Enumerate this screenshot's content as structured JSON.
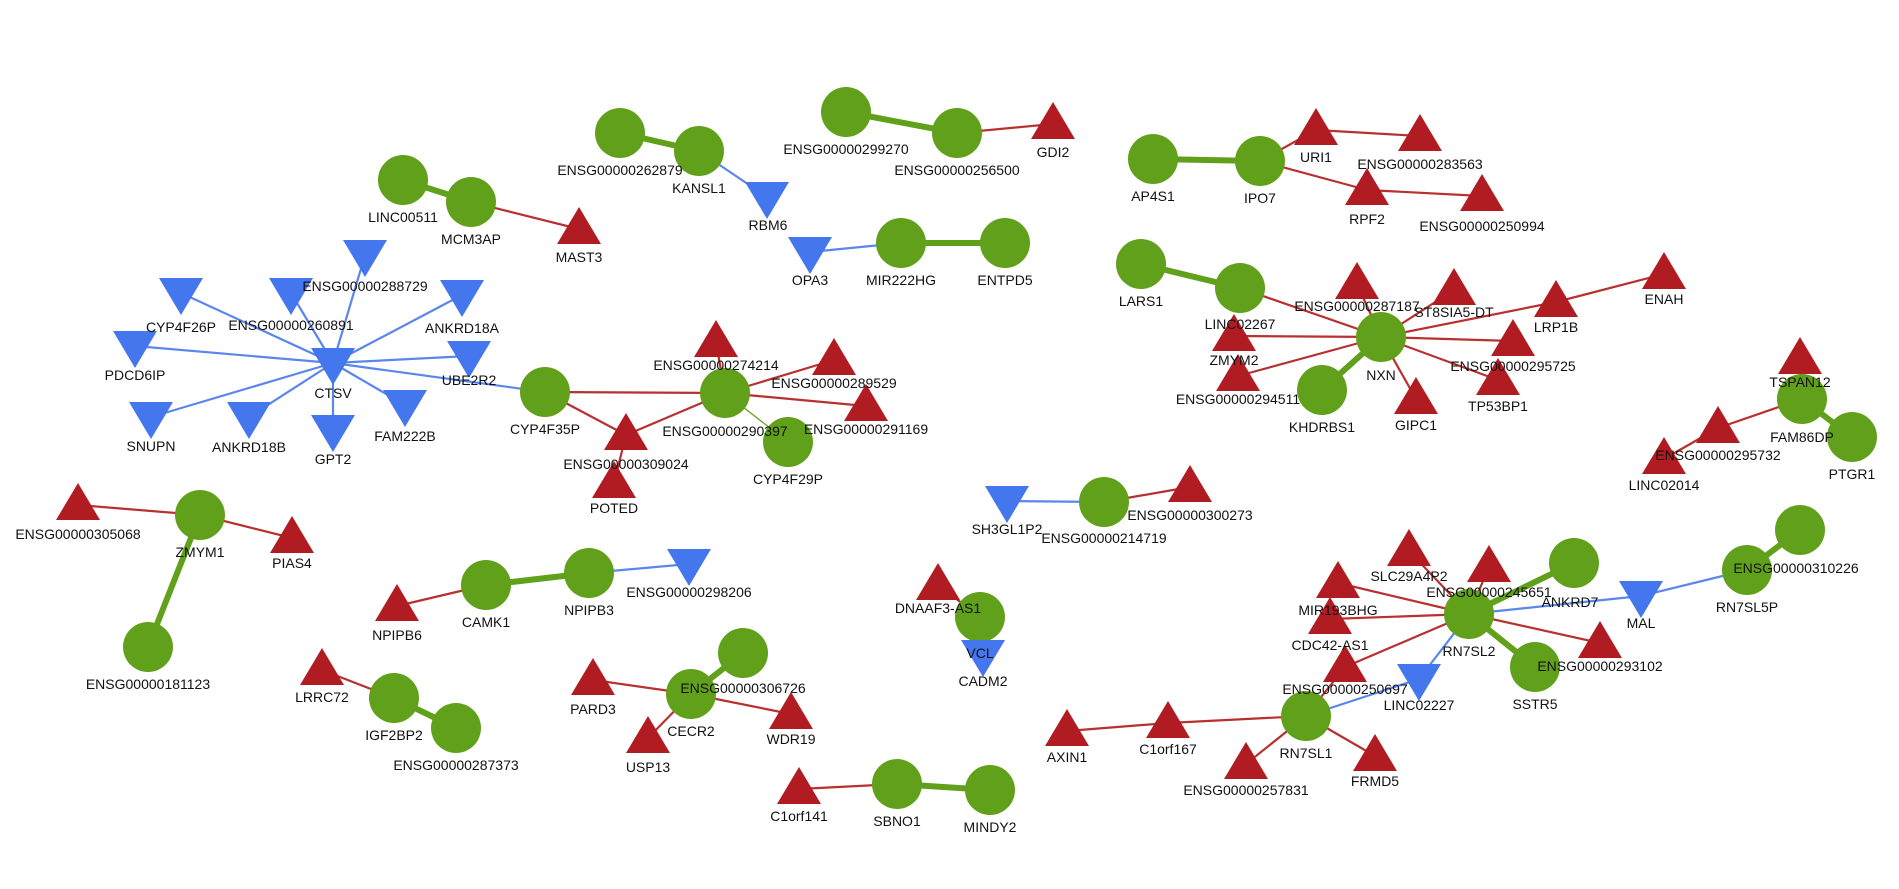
{
  "colors": {
    "circle": "#61a01b",
    "triangle": "#b01c22",
    "inverted_triangle": "#4477ee",
    "edge_red": "#b83030",
    "edge_blue": "#5a86ee",
    "edge_green": "#61a01b"
  },
  "nodes": [
    {
      "id": "LINC00511",
      "shape": "circle"
    },
    {
      "id": "MCM3AP",
      "shape": "circle"
    },
    {
      "id": "MAST3",
      "shape": "triangle"
    },
    {
      "id": "ENSG00000262879",
      "shape": "circle"
    },
    {
      "id": "KANSL1",
      "shape": "circle"
    },
    {
      "id": "RBM6",
      "shape": "inverted_triangle"
    },
    {
      "id": "ENSG00000299270",
      "shape": "circle"
    },
    {
      "id": "ENSG00000256500",
      "shape": "circle"
    },
    {
      "id": "GDI2",
      "shape": "triangle"
    },
    {
      "id": "OPA3",
      "shape": "inverted_triangle"
    },
    {
      "id": "MIR222HG",
      "shape": "circle"
    },
    {
      "id": "ENTPD5",
      "shape": "circle"
    },
    {
      "id": "AP4S1",
      "shape": "circle"
    },
    {
      "id": "IPO7",
      "shape": "circle"
    },
    {
      "id": "URI1",
      "shape": "triangle"
    },
    {
      "id": "ENSG00000283563",
      "shape": "triangle"
    },
    {
      "id": "RPF2",
      "shape": "triangle"
    },
    {
      "id": "ENSG00000250994",
      "shape": "triangle"
    },
    {
      "id": "CTSV",
      "shape": "inverted_triangle"
    },
    {
      "id": "ENSG00000288729",
      "shape": "inverted_triangle"
    },
    {
      "id": "ENSG00000260891",
      "shape": "inverted_triangle"
    },
    {
      "id": "CYP4F26P",
      "shape": "inverted_triangle"
    },
    {
      "id": "ANKRD18A",
      "shape": "inverted_triangle"
    },
    {
      "id": "PDCD6IP",
      "shape": "inverted_triangle"
    },
    {
      "id": "UBE2R2",
      "shape": "inverted_triangle"
    },
    {
      "id": "SNUPN",
      "shape": "inverted_triangle"
    },
    {
      "id": "ANKRD18B",
      "shape": "inverted_triangle"
    },
    {
      "id": "GPT2",
      "shape": "inverted_triangle"
    },
    {
      "id": "FAM222B",
      "shape": "inverted_triangle"
    },
    {
      "id": "CYP4F35P",
      "shape": "circle"
    },
    {
      "id": "ENSG00000290397",
      "shape": "circle"
    },
    {
      "id": "ENSG00000274214",
      "shape": "triangle"
    },
    {
      "id": "ENSG00000289529",
      "shape": "triangle"
    },
    {
      "id": "ENSG00000291169",
      "shape": "triangle"
    },
    {
      "id": "ENSG00000309024",
      "shape": "triangle"
    },
    {
      "id": "POTED",
      "shape": "triangle"
    },
    {
      "id": "CYP4F29P",
      "shape": "circle"
    },
    {
      "id": "LARS1",
      "shape": "circle"
    },
    {
      "id": "LINC02267",
      "shape": "circle"
    },
    {
      "id": "NXN",
      "shape": "circle"
    },
    {
      "id": "ENSG00000287187",
      "shape": "triangle"
    },
    {
      "id": "ST8SIA5-DT",
      "shape": "triangle"
    },
    {
      "id": "LRP1B",
      "shape": "triangle"
    },
    {
      "id": "ENAH",
      "shape": "triangle"
    },
    {
      "id": "ZMYM2",
      "shape": "triangle"
    },
    {
      "id": "ENSG00000295725",
      "shape": "triangle"
    },
    {
      "id": "ENSG00000294511",
      "shape": "triangle"
    },
    {
      "id": "KHDRBS1",
      "shape": "circle"
    },
    {
      "id": "GIPC1",
      "shape": "triangle"
    },
    {
      "id": "TP53BP1",
      "shape": "triangle"
    },
    {
      "id": "TSPAN12",
      "shape": "triangle"
    },
    {
      "id": "FAM86DP",
      "shape": "circle"
    },
    {
      "id": "PTGR1",
      "shape": "circle"
    },
    {
      "id": "ENSG00000295732",
      "shape": "triangle"
    },
    {
      "id": "LINC02014",
      "shape": "triangle"
    },
    {
      "id": "ENSG00000305068",
      "shape": "triangle"
    },
    {
      "id": "ZMYM1",
      "shape": "circle"
    },
    {
      "id": "PIAS4",
      "shape": "triangle"
    },
    {
      "id": "ENSG00000181123",
      "shape": "circle"
    },
    {
      "id": "SH3GL1P2",
      "shape": "inverted_triangle"
    },
    {
      "id": "ENSG00000214719",
      "shape": "circle"
    },
    {
      "id": "ENSG00000300273",
      "shape": "triangle"
    },
    {
      "id": "NPIPB6",
      "shape": "triangle"
    },
    {
      "id": "CAMK1",
      "shape": "circle"
    },
    {
      "id": "NPIPB3",
      "shape": "circle"
    },
    {
      "id": "ENSG00000298206",
      "shape": "inverted_triangle"
    },
    {
      "id": "LRRC72",
      "shape": "triangle"
    },
    {
      "id": "IGF2BP2",
      "shape": "circle"
    },
    {
      "id": "ENSG00000287373",
      "shape": "circle"
    },
    {
      "id": "PARD3",
      "shape": "triangle"
    },
    {
      "id": "CECR2",
      "shape": "circle"
    },
    {
      "id": "ENSG00000306726",
      "shape": "circle"
    },
    {
      "id": "WDR19",
      "shape": "triangle"
    },
    {
      "id": "USP13",
      "shape": "triangle"
    },
    {
      "id": "DNAAF3-AS1",
      "shape": "triangle"
    },
    {
      "id": "VCL",
      "shape": "circle"
    },
    {
      "id": "CADM2",
      "shape": "inverted_triangle"
    },
    {
      "id": "C1orf141",
      "shape": "triangle"
    },
    {
      "id": "SBNO1",
      "shape": "circle"
    },
    {
      "id": "MINDY2",
      "shape": "circle"
    },
    {
      "id": "RN7SL2",
      "shape": "circle"
    },
    {
      "id": "SLC29A4P2",
      "shape": "triangle"
    },
    {
      "id": "ENSG00000245651",
      "shape": "triangle"
    },
    {
      "id": "MIR193BHG",
      "shape": "triangle"
    },
    {
      "id": "ANKRD7",
      "shape": "circle"
    },
    {
      "id": "CDC42-AS1",
      "shape": "triangle"
    },
    {
      "id": "ENSG00000293102",
      "shape": "triangle"
    },
    {
      "id": "SSTR5",
      "shape": "circle"
    },
    {
      "id": "ENSG00000250697",
      "shape": "triangle"
    },
    {
      "id": "LINC02227",
      "shape": "inverted_triangle"
    },
    {
      "id": "MAL",
      "shape": "inverted_triangle"
    },
    {
      "id": "RN7SL5P",
      "shape": "circle"
    },
    {
      "id": "ENSG00000310226",
      "shape": "circle"
    },
    {
      "id": "RN7SL1",
      "shape": "circle"
    },
    {
      "id": "C1orf167",
      "shape": "triangle"
    },
    {
      "id": "AXIN1",
      "shape": "triangle"
    },
    {
      "id": "ENSG00000257831",
      "shape": "triangle"
    },
    {
      "id": "FRMD5",
      "shape": "triangle"
    }
  ],
  "edges": [
    [
      "LINC00511",
      "MCM3AP",
      "green"
    ],
    [
      "MCM3AP",
      "MAST3",
      "red"
    ],
    [
      "ENSG00000262879",
      "KANSL1",
      "green"
    ],
    [
      "KANSL1",
      "RBM6",
      "blue"
    ],
    [
      "ENSG00000299270",
      "ENSG00000256500",
      "green"
    ],
    [
      "ENSG00000256500",
      "GDI2",
      "red"
    ],
    [
      "OPA3",
      "MIR222HG",
      "blue"
    ],
    [
      "MIR222HG",
      "ENTPD5",
      "green"
    ],
    [
      "AP4S1",
      "IPO7",
      "green"
    ],
    [
      "IPO7",
      "URI1",
      "red"
    ],
    [
      "IPO7",
      "RPF2",
      "red"
    ],
    [
      "URI1",
      "ENSG00000283563",
      "red"
    ],
    [
      "RPF2",
      "ENSG00000250994",
      "red"
    ],
    [
      "CTSV",
      "ENSG00000288729",
      "blue"
    ],
    [
      "CTSV",
      "ENSG00000260891",
      "blue"
    ],
    [
      "CTSV",
      "CYP4F26P",
      "blue"
    ],
    [
      "CTSV",
      "ANKRD18A",
      "blue"
    ],
    [
      "CTSV",
      "PDCD6IP",
      "blue"
    ],
    [
      "CTSV",
      "UBE2R2",
      "blue"
    ],
    [
      "CTSV",
      "SNUPN",
      "blue"
    ],
    [
      "CTSV",
      "ANKRD18B",
      "blue"
    ],
    [
      "CTSV",
      "GPT2",
      "blue"
    ],
    [
      "CTSV",
      "FAM222B",
      "blue"
    ],
    [
      "CTSV",
      "CYP4F35P",
      "blue"
    ],
    [
      "CYP4F35P",
      "ENSG00000290397",
      "red"
    ],
    [
      "CYP4F35P",
      "ENSG00000309024",
      "red"
    ],
    [
      "ENSG00000309024",
      "POTED",
      "red"
    ],
    [
      "ENSG00000309024",
      "ENSG00000290397",
      "red"
    ],
    [
      "ENSG00000290397",
      "ENSG00000274214",
      "red"
    ],
    [
      "ENSG00000290397",
      "ENSG00000289529",
      "red"
    ],
    [
      "ENSG00000290397",
      "ENSG00000291169",
      "red"
    ],
    [
      "ENSG00000290397",
      "CYP4F29P",
      "thin_green"
    ],
    [
      "LARS1",
      "LINC02267",
      "green"
    ],
    [
      "LINC02267",
      "NXN",
      "red"
    ],
    [
      "NXN",
      "ENSG00000287187",
      "red"
    ],
    [
      "NXN",
      "ST8SIA5-DT",
      "red"
    ],
    [
      "NXN",
      "LRP1B",
      "red"
    ],
    [
      "LRP1B",
      "ENAH",
      "red"
    ],
    [
      "NXN",
      "ZMYM2",
      "red"
    ],
    [
      "NXN",
      "ENSG00000295725",
      "red"
    ],
    [
      "NXN",
      "ENSG00000294511",
      "red"
    ],
    [
      "NXN",
      "KHDRBS1",
      "green"
    ],
    [
      "NXN",
      "GIPC1",
      "red"
    ],
    [
      "NXN",
      "TP53BP1",
      "red"
    ],
    [
      "TSPAN12",
      "FAM86DP",
      "red"
    ],
    [
      "FAM86DP",
      "PTGR1",
      "green"
    ],
    [
      "FAM86DP",
      "ENSG00000295732",
      "red"
    ],
    [
      "ENSG00000295732",
      "LINC02014",
      "red"
    ],
    [
      "ENSG00000305068",
      "ZMYM1",
      "red"
    ],
    [
      "ZMYM1",
      "PIAS4",
      "red"
    ],
    [
      "ZMYM1",
      "ENSG00000181123",
      "green"
    ],
    [
      "SH3GL1P2",
      "ENSG00000214719",
      "blue"
    ],
    [
      "ENSG00000214719",
      "ENSG00000300273",
      "red"
    ],
    [
      "NPIPB6",
      "CAMK1",
      "red"
    ],
    [
      "CAMK1",
      "NPIPB3",
      "green"
    ],
    [
      "NPIPB3",
      "ENSG00000298206",
      "blue"
    ],
    [
      "LRRC72",
      "IGF2BP2",
      "red"
    ],
    [
      "IGF2BP2",
      "ENSG00000287373",
      "green"
    ],
    [
      "PARD3",
      "CECR2",
      "red"
    ],
    [
      "CECR2",
      "ENSG00000306726",
      "green"
    ],
    [
      "CECR2",
      "WDR19",
      "red"
    ],
    [
      "CECR2",
      "USP13",
      "red"
    ],
    [
      "DNAAF3-AS1",
      "VCL",
      "red"
    ],
    [
      "VCL",
      "CADM2",
      "blue"
    ],
    [
      "C1orf141",
      "SBNO1",
      "red"
    ],
    [
      "SBNO1",
      "MINDY2",
      "green"
    ],
    [
      "RN7SL2",
      "SLC29A4P2",
      "red"
    ],
    [
      "RN7SL2",
      "ENSG00000245651",
      "red"
    ],
    [
      "RN7SL2",
      "MIR193BHG",
      "red"
    ],
    [
      "RN7SL2",
      "ANKRD7",
      "green"
    ],
    [
      "RN7SL2",
      "CDC42-AS1",
      "red"
    ],
    [
      "RN7SL2",
      "ENSG00000293102",
      "red"
    ],
    [
      "RN7SL2",
      "SSTR5",
      "green"
    ],
    [
      "RN7SL2",
      "ENSG00000250697",
      "red"
    ],
    [
      "RN7SL2",
      "LINC02227",
      "blue"
    ],
    [
      "RN7SL2",
      "MAL",
      "blue"
    ],
    [
      "MAL",
      "RN7SL5P",
      "blue"
    ],
    [
      "RN7SL5P",
      "ENSG00000310226",
      "green"
    ],
    [
      "RN7SL1",
      "LINC02227",
      "blue"
    ],
    [
      "RN7SL1",
      "C1orf167",
      "red"
    ],
    [
      "C1orf167",
      "AXIN1",
      "red"
    ],
    [
      "RN7SL1",
      "ENSG00000257831",
      "red"
    ],
    [
      "RN7SL1",
      "FRMD5",
      "red"
    ],
    [
      "RN7SL1",
      "ENSG00000250697",
      "red"
    ]
  ]
}
